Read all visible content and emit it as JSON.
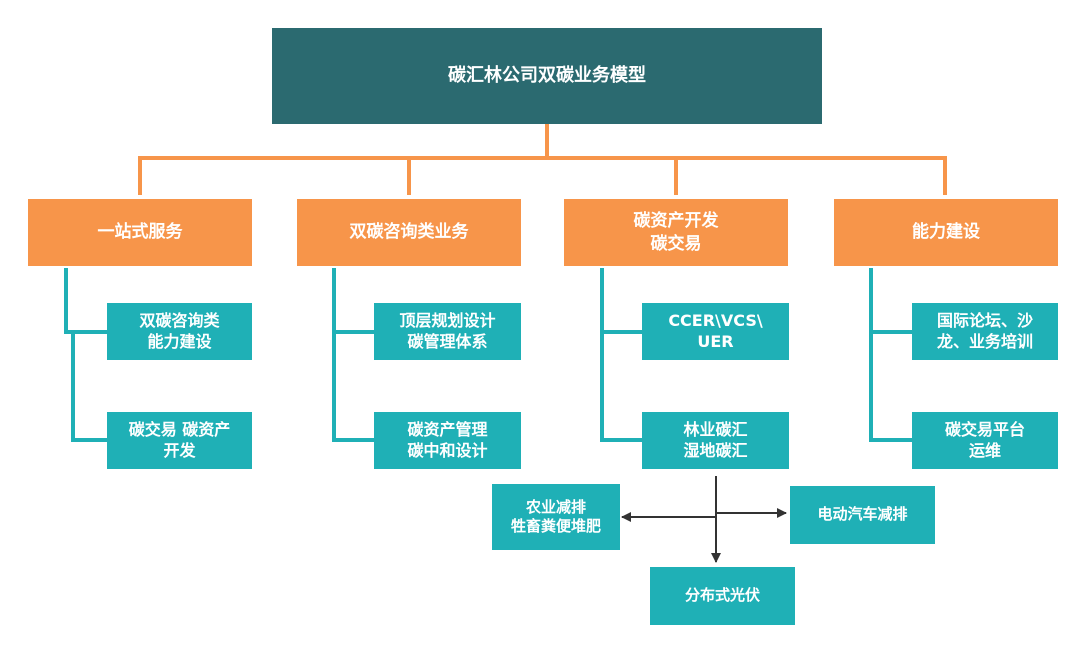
{
  "title": "碳汇林公司双碳业务模型",
  "categories": [
    {
      "label": "一站式服务",
      "items": [
        "双碳咨询类\n能力建设",
        "碳交易 碳资产\n开发"
      ]
    },
    {
      "label": "双碳咨询类业务",
      "items": [
        "顶层规划设计\n碳管理体系",
        "碳资产管理\n碳中和设计"
      ]
    },
    {
      "label": "碳资产开发\n碳交易",
      "items": [
        "CCER\\VCS\\\nUER",
        "林业碳汇\n湿地碳汇"
      ]
    },
    {
      "label": "能力建设",
      "items": [
        "国际论坛、沙\n龙、业务培训",
        "碳交易平台\n运维"
      ]
    }
  ],
  "branches": {
    "left": "农业减排\n牲畜粪便堆肥",
    "right": "电动汽车减排",
    "bottom": "分布式光伏"
  },
  "colors": {
    "root": "#2b6a70",
    "category": "#f7954a",
    "item": "#1fb0b6",
    "connector_orange": "#f7954a",
    "connector_teal": "#1fb0b6",
    "arrow": "#333333"
  }
}
